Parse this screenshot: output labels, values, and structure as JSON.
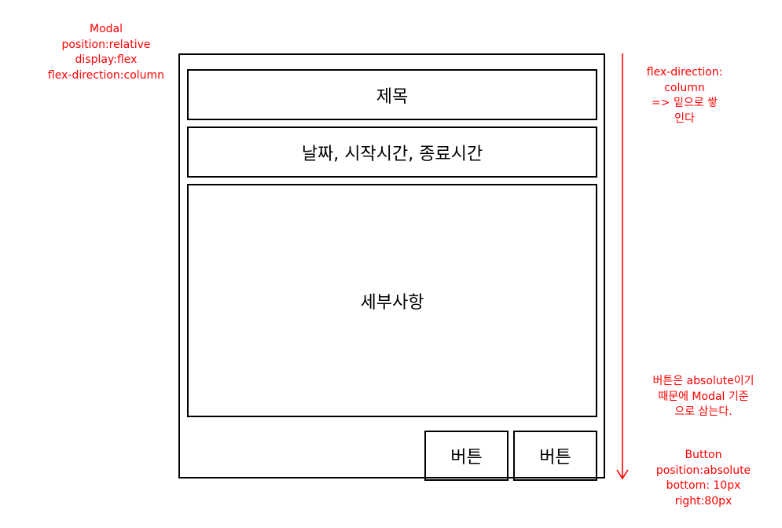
{
  "notes": {
    "modal": [
      "Modal",
      "position:relative",
      "display:flex",
      "flex-direction:column"
    ],
    "direction": [
      "flex-direction:",
      "column",
      "=> 밑으로 쌓",
      "인다"
    ],
    "absolute": [
      "버튼은 absolute이기",
      "때문에 Modal 기준",
      "으로 삼는다."
    ],
    "button": [
      "Button",
      "position:absolute",
      "bottom: 10px",
      "right:80px"
    ]
  },
  "modal": {
    "title": "제목",
    "date_time": "날짜, 시작시간, 종료시간",
    "details": "세부사항",
    "buttons": [
      "버튼",
      "버튼"
    ]
  },
  "colors": {
    "annotation": "#ff0000",
    "lines": "#000000",
    "background": "#ffffff"
  }
}
